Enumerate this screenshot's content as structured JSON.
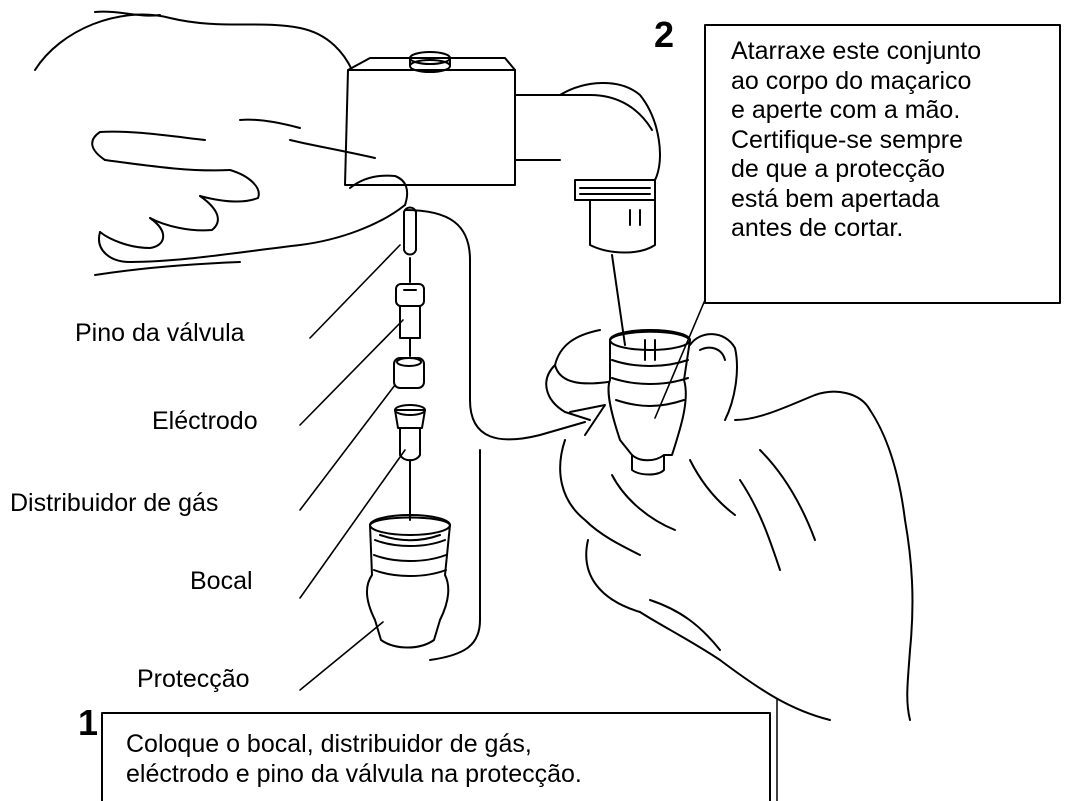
{
  "step1": {
    "number": "1",
    "lines": [
      "Coloque o bocal, distribuidor de gás,",
      "eléctrodo e pino da válvula na protecção."
    ]
  },
  "step2": {
    "number": "2",
    "lines": [
      "Atarraxe este conjunto",
      "ao corpo do maçarico",
      "e aperte com a mão.",
      "Certifique-se sempre",
      "de que a protecção",
      "está bem apertada",
      "antes de cortar."
    ]
  },
  "parts": {
    "valve_pin": "Pino da válvula",
    "electrode": "Eléctrodo",
    "gas_distributor": "Distribuidor de gás",
    "nozzle": "Bocal",
    "shield": "Protecção"
  }
}
